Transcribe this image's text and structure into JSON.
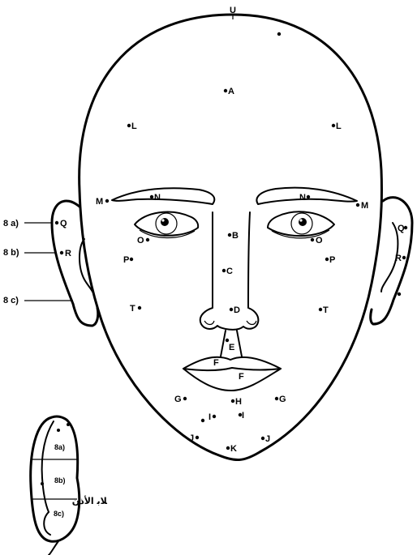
{
  "points": {
    "U": "U",
    "A": "A",
    "L": "L",
    "M": "M",
    "N": "N",
    "O": "O",
    "P": "P",
    "B": "B",
    "C": "C",
    "D": "D",
    "T": "T",
    "E": "E",
    "F": "F",
    "G": "G",
    "H": "H",
    "I": "I",
    "J": "J",
    "K": "K",
    "Q": "Q",
    "R": "R"
  },
  "ear_zones": {
    "a": "8a)",
    "b": "8b)",
    "c": "8c)"
  },
  "ear_zones_left": {
    "a": "8 a)",
    "b": "8 b)",
    "c": "8 c)"
  },
  "caption": "ﻼﺑ ﺍﻷﺫﻥ"
}
